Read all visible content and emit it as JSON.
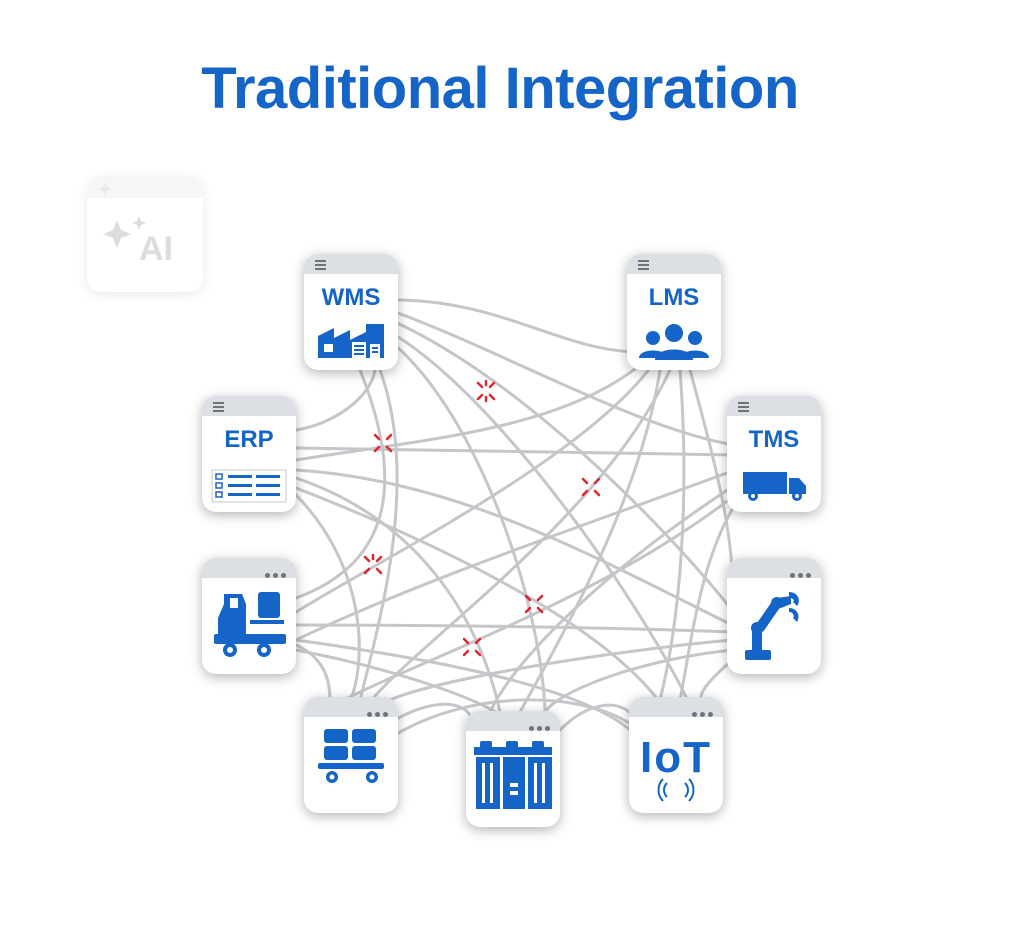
{
  "title": "Traditional Integration",
  "colors": {
    "accent": "#1565c8",
    "wire": "#c4c6c9",
    "break": "#e0262e",
    "card_bar": "#dcdfe3"
  },
  "ai_card": {
    "label": "AI",
    "icon": "sparkle-icon"
  },
  "nodes": [
    {
      "id": "wms",
      "label": "WMS",
      "icon": "warehouse-icon"
    },
    {
      "id": "lms",
      "label": "LMS",
      "icon": "workforce-icon"
    },
    {
      "id": "erp",
      "label": "ERP",
      "icon": "list-form-icon"
    },
    {
      "id": "tms",
      "label": "TMS",
      "icon": "truck-icon"
    },
    {
      "id": "agv",
      "label": "",
      "icon": "agv-vehicle-icon"
    },
    {
      "id": "robot",
      "label": "",
      "icon": "robot-arm-icon"
    },
    {
      "id": "cart",
      "label": "",
      "icon": "cart-icon"
    },
    {
      "id": "storage",
      "label": "",
      "icon": "storage-system-icon"
    },
    {
      "id": "iot",
      "label": "IoT",
      "icon": "iot-icon"
    }
  ]
}
